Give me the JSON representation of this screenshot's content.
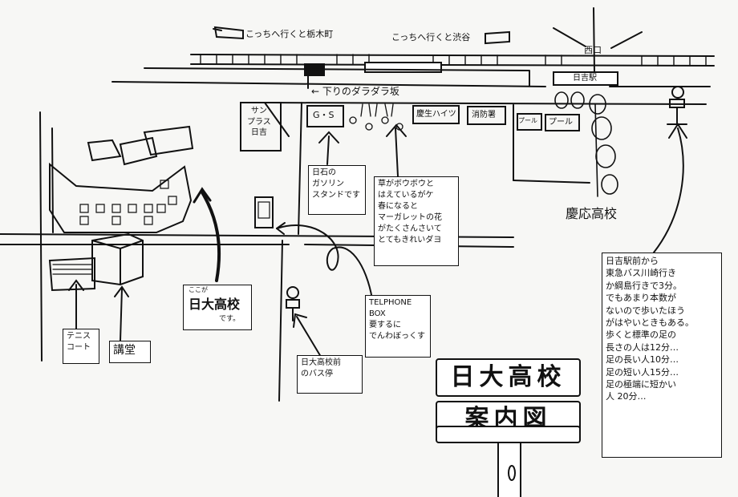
{
  "directions": {
    "to_tochinokicho": "こっちへ行くと栃木町",
    "to_shibuya": "こっちへ行くと渋谷",
    "downhill_slope": "← 下りのダラダラ坂"
  },
  "landmarks": {
    "nishiguchi": "西口",
    "hiyoshi_station": "日吉駅",
    "sun_plaza": "サン\nプラス\n日吉",
    "gas_station": "G・S",
    "apartment": "慶生ハイツ",
    "fire_station": "消防署",
    "pool_a": "プール",
    "pool_b": "プール",
    "keio": "慶応高校",
    "nichidai": "日大高校",
    "nichidai_ruby": "ここが",
    "nichidai_desu": "です。",
    "tennis": "テニス\nコート",
    "auditorium": "講堂"
  },
  "notes": {
    "gas_station_note": "日石の\nガソリン\nスタンドです",
    "flower_note": "草がボウボウと\nはえているがケ\n春になると\nマーガレットの花\nがたくさんさいて\nとてもきれいダヨ",
    "phone_note": "TELPHONE\nBOX\n要するに\nでんわぼっくす",
    "bus_stop_note": "日大高校前\nのバス停",
    "access_note": "日吉駅前から\n東急バス川崎行き\nか綱島行きで3分。\nでもあまり本数が\nないので歩いたほう\nがはやいときもある。\n歩くと標準の足の\n長さの人は12分…\n足の長い人10分…\n足の短い人15分…\n足の極端に短かい\n人 20分…"
  },
  "sign": {
    "line1": "日大高校",
    "line2": "案内図"
  }
}
